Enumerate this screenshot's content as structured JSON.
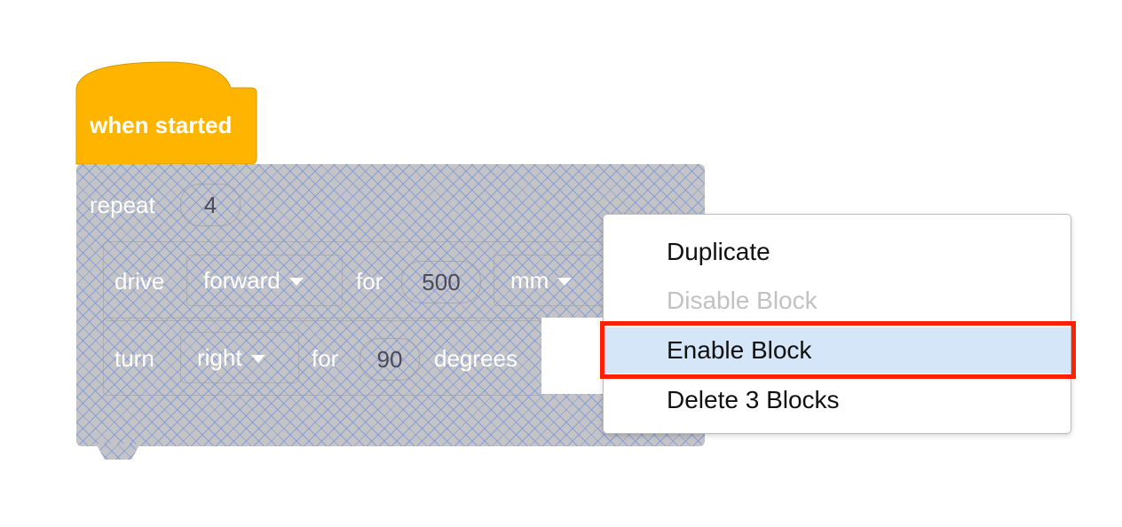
{
  "hat_block": {
    "label": "when started",
    "color": "#ffb400"
  },
  "repeat_block": {
    "label": "repeat",
    "count": "4",
    "state": "disabled"
  },
  "drive_block": {
    "label": "drive",
    "direction": "forward",
    "for_label": "for",
    "distance": "500",
    "unit": "mm"
  },
  "turn_block": {
    "label": "turn",
    "direction": "right",
    "for_label": "for",
    "angle": "90",
    "unit_label": "degrees"
  },
  "context_menu": {
    "items": [
      {
        "label": "Duplicate",
        "enabled": true
      },
      {
        "label": "Disable Block",
        "enabled": false
      },
      {
        "label": "Enable Block",
        "enabled": true,
        "highlighted": true
      },
      {
        "label": "Delete 3 Blocks",
        "enabled": true
      }
    ],
    "highlight_color": "#ff2000"
  }
}
